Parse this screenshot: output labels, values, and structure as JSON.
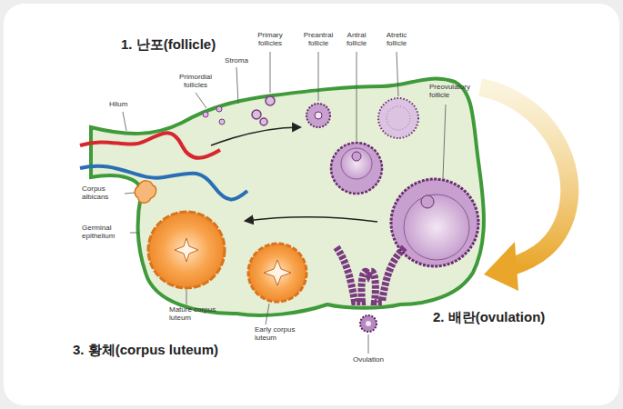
{
  "diagram": {
    "labels": [
      "1. 난포(follicle)",
      "Primordial follicles",
      "Stroma",
      "Primary follicles",
      "Preantral follicle",
      "Antral follicle",
      "Atretic follicle",
      "Preovulatory follicle",
      "Hilum",
      "Corpus albicans",
      "Germinal epithelium",
      "Mature corpus luteum",
      "Early corpus luteum",
      "Ovulation",
      "2. 배란(ovulation)",
      "3. 황체(corpus luteum)"
    ]
  }
}
